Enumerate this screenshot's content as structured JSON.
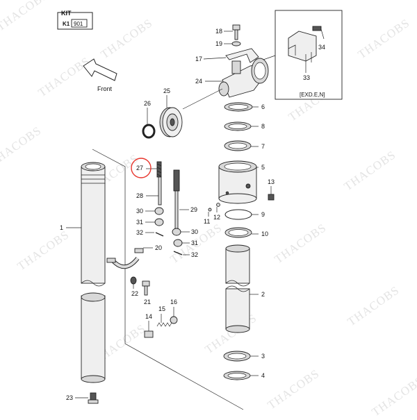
{
  "kit": {
    "title": "KIT",
    "prefix": "K1",
    "code": "901"
  },
  "front_label": "Front",
  "detail_box_label": "[EXD.E,N]",
  "watermark": "THACOBS",
  "highlight_color": "#e8352c",
  "callouts": {
    "c1": "1",
    "c2": "2",
    "c3": "3",
    "c4": "4",
    "c5": "5",
    "c6": "6",
    "c7": "7",
    "c8": "8",
    "c9": "9",
    "c10": "10",
    "c11": "11",
    "c12": "12",
    "c13": "13",
    "c14": "14",
    "c15": "15",
    "c16": "16",
    "c17": "17",
    "c18": "18",
    "c19": "19",
    "c20": "20",
    "c21": "21",
    "c22": "22",
    "c23": "23",
    "c24": "24",
    "c25": "25",
    "c26": "26",
    "c27": "27",
    "c28": "28",
    "c29": "29",
    "c30a": "30",
    "c30b": "30",
    "c31a": "31",
    "c31b": "31",
    "c32a": "32",
    "c32b": "32",
    "c33": "33",
    "c34": "34"
  }
}
